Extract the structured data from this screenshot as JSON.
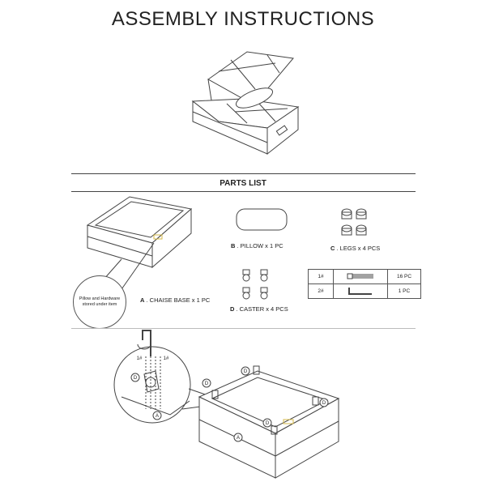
{
  "header": {
    "title": "ASSEMBLY INSTRUCTIONS"
  },
  "parts": {
    "title": "PARTS LIST",
    "a": {
      "letter": "A",
      "text": ". CHAISE BASE x 1 PC"
    },
    "b": {
      "letter": "B",
      "text": ". PILLOW x 1 PC"
    },
    "c": {
      "letter": "C",
      "text": ". LEGS x 4 PCS"
    },
    "d": {
      "letter": "D",
      "text": ". CASTER x 4 PCS"
    },
    "note": "Pillow and Hardware stored under item",
    "hardware": [
      {
        "id": "1#",
        "qty": "16 PC",
        "icon": "bolt-icon"
      },
      {
        "id": "2#",
        "qty": "1 PC",
        "icon": "allen-key-icon"
      }
    ]
  },
  "assembly": {
    "callout_d": "D",
    "callout_a": "A",
    "bolt_label_left": "1#",
    "bolt_label_right": "1#"
  }
}
